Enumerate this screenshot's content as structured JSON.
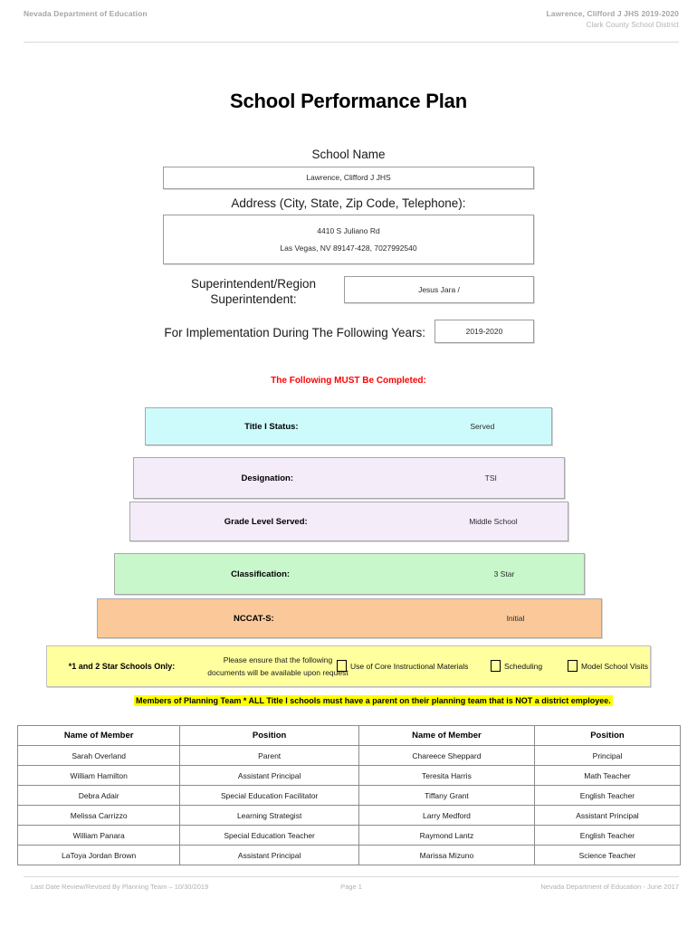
{
  "header": {
    "left": "Nevada Department of Education",
    "right_line1": "Lawrence, Clifford J JHS  2019-2020",
    "right_line2": "Clark County School District"
  },
  "title": "School Performance Plan",
  "fields": {
    "school_name_label": "School Name",
    "school_name_value": "Lawrence, Clifford J JHS",
    "address_label": "Address (City, State, Zip Code, Telephone):",
    "address_line1": "4410 S Juliano Rd",
    "address_line2": "Las Vegas, NV  89147-428, 7027992540",
    "superintendent_label": "Superintendent/Region Superintendent:",
    "superintendent_value": "Jesus Jara /",
    "implementation_label": "For Implementation During The Following Years:",
    "implementation_value": "2019-2020"
  },
  "must_complete_notice": "The Following MUST Be Completed:",
  "status_bars": [
    {
      "label": "Title I Status:",
      "value": "Served",
      "color": "#cdfbfb"
    },
    {
      "label": "Designation:",
      "value": "TSI",
      "color": "#f5ecfa"
    },
    {
      "label": "Grade Level Served:",
      "value": "Middle School",
      "color": "#f5ecfa"
    },
    {
      "label": "Classification:",
      "value": "3 Star",
      "color": "#c9f7cc"
    },
    {
      "label": "NCCAT-S:",
      "value": "Initial",
      "color": "#fbc999"
    }
  ],
  "star_row": {
    "only_label": "*1 and 2 Star Schools Only:",
    "note_line1": "Please ensure that the following",
    "note_line2": "documents will be available upon request",
    "checkboxes": [
      {
        "label": "Use of Core Instructional Materials",
        "checked": false
      },
      {
        "label": "Scheduling",
        "checked": false
      },
      {
        "label": "Model School Visits",
        "checked": false
      }
    ],
    "background_color": "#ffff9e"
  },
  "planning_banner": "Members of Planning Team * ALL Title I schools must have a parent on their planning team that is NOT a district employee.",
  "members_table": {
    "headers": [
      "Name of Member",
      "Position",
      "Name of Member",
      "Position"
    ],
    "rows": [
      [
        "Sarah Overland",
        "Parent",
        "Chareece Sheppard",
        "Principal"
      ],
      [
        "William Hamilton",
        "Assistant Principal",
        "Teresita Harris",
        "Math Teacher"
      ],
      [
        "Debra Adair",
        "Special Education Facilitator",
        "Tiffany Grant",
        "English Teacher"
      ],
      [
        "Melissa Carrizzo",
        "Learning Strategist",
        "Larry Medford",
        "Assistant Principal"
      ],
      [
        "William Panara",
        "Special Education Teacher",
        "Raymond Lantz",
        "English Teacher"
      ],
      [
        "LaToya Jordan Brown",
        "Assistant Principal",
        "Marissa Mizuno",
        "Science Teacher"
      ]
    ]
  },
  "footer": {
    "left": "Last Date Review/Revised By Planning Team – 10/30/2019",
    "center": "Page 1",
    "right": "Nevada Department of Education - June 2017"
  },
  "colors": {
    "notice_red": "#ff0000",
    "highlight_yellow": "#ffff00",
    "row_yellow": "#ffff9e"
  }
}
